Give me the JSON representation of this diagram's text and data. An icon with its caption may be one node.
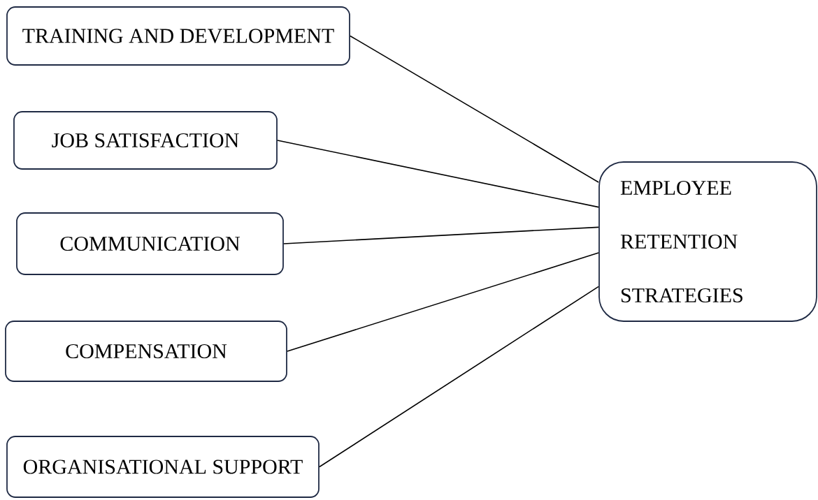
{
  "diagram": {
    "nodes": [
      {
        "text": [
          "TRAINING AND DEVELOPMENT"
        ]
      },
      {
        "text": [
          "JOB SATISFACTION"
        ]
      },
      {
        "text": [
          "COMMUNICATION"
        ]
      },
      {
        "text": [
          "COMPENSATION"
        ]
      },
      {
        "text": [
          "ORGANISATIONAL SUPPORT"
        ]
      },
      {
        "text": [
          "EMPLOYEE RETENTION STRATEGIES"
        ]
      }
    ],
    "edges": [
      {
        "from": 0,
        "to": 5,
        "arrow": "none"
      },
      {
        "from": 1,
        "to": 5,
        "arrow": "none"
      },
      {
        "from": 2,
        "to": 5,
        "arrow": "none"
      },
      {
        "from": 3,
        "to": 5,
        "arrow": "none"
      },
      {
        "from": 4,
        "to": 5,
        "arrow": "none"
      }
    ]
  }
}
